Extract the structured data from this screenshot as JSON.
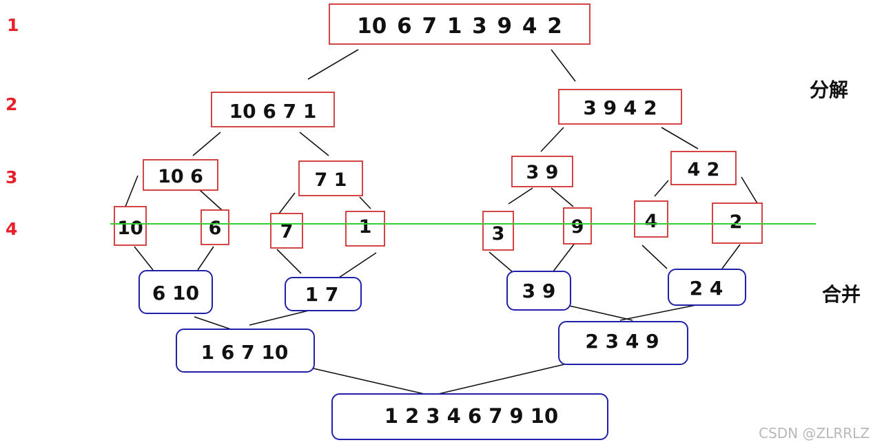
{
  "colors": {
    "split_border": "#d02f2f",
    "merge_border": "#1f1fa8",
    "level_label": "#e8202a",
    "connector": "#111111",
    "guide_line": "#33cc33",
    "text": "#111111",
    "watermark": "#b8b8b8"
  },
  "levels": [
    "1",
    "2",
    "3",
    "4"
  ],
  "labels": {
    "split": "分解",
    "merge": "合并"
  },
  "split": {
    "level1": "10 6 7 1 3 9 4 2",
    "level2_left": "10 6 7 1",
    "level2_right": "3 9 4 2",
    "level3": [
      "10 6",
      "7 1",
      "3 9",
      "4 2"
    ],
    "level4": [
      "10",
      "6",
      "7",
      "1",
      "3",
      "9",
      "4",
      "2"
    ]
  },
  "merge": {
    "pairs": [
      "6 10",
      "1 7",
      "3 9",
      "2 4"
    ],
    "halves": [
      "1 6 7 10",
      "2 3 4 9"
    ],
    "result": "1 2 3 4 6 7 9 10"
  },
  "watermark": "CSDN @ZLRRLZ"
}
